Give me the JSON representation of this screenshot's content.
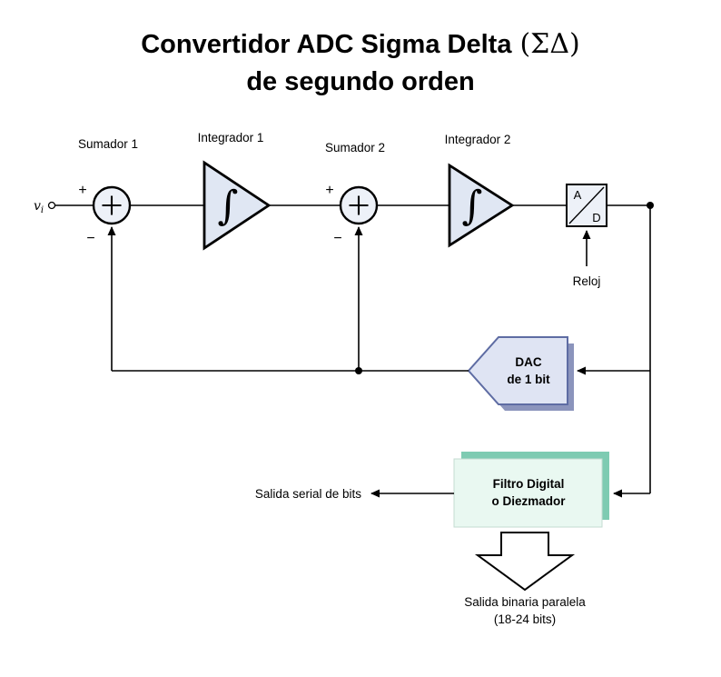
{
  "title": {
    "line1_main": "Convertidor ADC Sigma Delta",
    "line1_math": "(ΣΔ)",
    "line2": "de segundo orden"
  },
  "colors": {
    "title": "#1a1ad6",
    "node_fill": "#edf1f8",
    "block_fill": "#e0e7f3",
    "adc_fill": "#edf1f8",
    "dac_fill": "#dfe4f3",
    "dac_shadow": "#8b94bc",
    "filter_fill": "#e9f8f1",
    "filter_shadow": "#7ecbb2"
  },
  "labels": {
    "sumador1": "Sumador 1",
    "integrador1": "Integrador 1",
    "sumador2": "Sumador 2",
    "integrador2": "Integrador 2",
    "reloj": "Reloj"
  },
  "input": {
    "v": "v",
    "sub": "i"
  },
  "summer1": {
    "plus": "+",
    "minus": "−"
  },
  "summer2": {
    "plus": "+",
    "minus": "−"
  },
  "integrator1": {
    "symbol": "∫"
  },
  "integrator2": {
    "symbol": "∫"
  },
  "adc": {
    "a": "A",
    "d": "D"
  },
  "dac": {
    "line1": "DAC",
    "line2": "de 1 bit"
  },
  "filter": {
    "line1": "Filtro Digital",
    "line2": "o Diezmador"
  },
  "outputs": {
    "serial": "Salida serial de bits",
    "parallel_line1": "Salida binaria paralela",
    "parallel_line2": "(18-24 bits)"
  }
}
